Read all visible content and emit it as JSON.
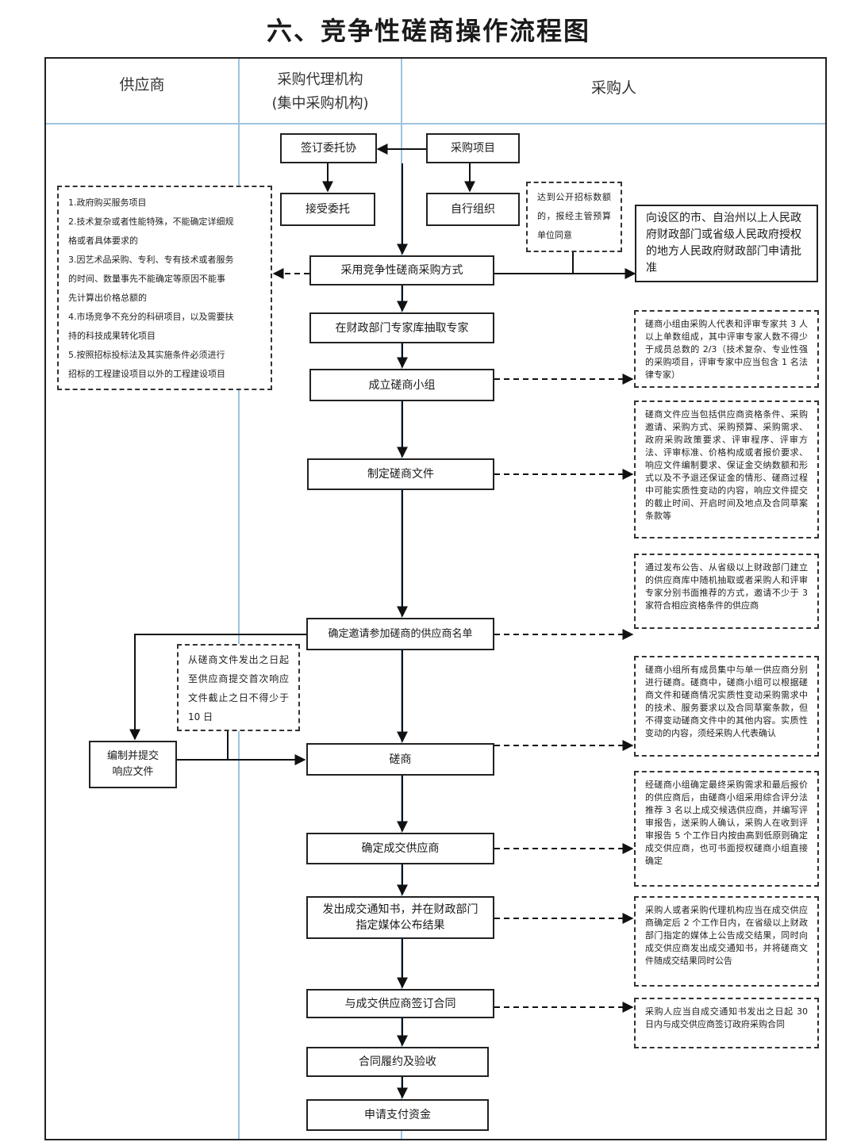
{
  "title": "六、竞争性磋商操作流程图",
  "lanes": {
    "supplier": "供应商",
    "agency_line1": "采购代理机构",
    "agency_line2": "(集中采购机构)",
    "purchaser": "采购人"
  },
  "steps": {
    "sign_entrust": "签订委托协",
    "purchase_project": "采购项目",
    "accept_entrust": "接受委托",
    "self_organize": "自行组织",
    "adopt_method": "采用竞争性磋商采购方式",
    "draw_experts": "在财政部门专家库抽取专家",
    "form_group": "成立磋商小组",
    "make_docs": "制定磋商文件",
    "invite_list": "确定邀请参加磋商的供应商名单",
    "prepare_response": "编制并提交响应文件",
    "negotiate": "磋商",
    "determine_supplier": "确定成交供应商",
    "issue_notice": "发出成交通知书，并在财政部门指定媒体公布结果",
    "sign_contract": "与成交供应商签订合同",
    "perform_accept": "合同履约及验收",
    "apply_payment": "申请支付资金"
  },
  "notes": {
    "applicable_items": [
      "1.政府购买服务项目",
      "2.技术复杂或者性能特殊，不能确定详细规",
      "格或者具体要求的",
      "3.因艺术品采购、专利、专有技术或者服务",
      "的时间、数量事先不能确定等原因不能事",
      "先计算出价格总额的",
      "4.市场竞争不充分的科研项目，以及需要扶",
      "持的科技成果转化项目",
      "5.按照招标投标法及其实施条件必须进行",
      "招标的工程建设项目以外的工程建设项目"
    ],
    "threshold": "达到公开招标数额的，报经主管预算单位同意",
    "approval": "向设区的市、自治州以上人民政府财政部门或省级人民政府授权的地方人民政府财政部门申请批准",
    "group_composition": "磋商小组由采购人代表和评审专家共 3 人以上单数组成，其中评审专家人数不得少于成员总数的 2/3（技术复杂、专业性强的采购项目，评审专家中应当包含 1 名法律专家）",
    "doc_contents": "磋商文件应当包括供应商资格条件、采购邀请、采购方式、采购预算、采购需求、政府采购政策要求、评审程序、评审方法、评审标准、价格构成或者报价要求、响应文件编制要求、保证金交纳数额和形式以及不予退还保证金的情形、磋商过程中可能实质性变动的内容，响应文件提交的截止时间、开启时间及地点及合同草案条款等",
    "invite_method": "通过发布公告、从省级以上财政部门建立的供应商库中随机抽取或者采购人和评审专家分别书面推荐的方式，邀请不少于 3 家符合相应资格条件的供应商",
    "response_deadline": "从磋商文件发出之日起至供应商提交首次响应文件截止之日不得少于 10 日",
    "negotiation_rules": "磋商小组所有成员集中与单一供应商分别进行磋商。磋商中，磋商小组可以根据磋商文件和磋商情况实质性变动采购需求中的技术、服务要求以及合同草案条款，但不得变动磋商文件中的其他内容。实质性变动的内容，须经采购人代表确认",
    "determination": "经磋商小组确定最终采购需求和最后报价的供应商后，由磋商小组采用综合评分法推荐 3 名以上成交候选供应商，并编写评审报告，送采购人确认，采购人在收到评审报告 5 个工作日内按由高到低原则确定成交供应商，也可书面授权磋商小组直接确定",
    "announcement": "采购人或者采购代理机构应当在成交供应商确定后 2 个工作日内，在省级以上财政部门指定的媒体上公告成交结果，同时向成交供应商发出成交通知书，并将磋商文件随成交结果同时公告",
    "contract_deadline": "采购人应当自成交通知书发出之日起 30 日内与成交供应商签订政府采购合同"
  }
}
